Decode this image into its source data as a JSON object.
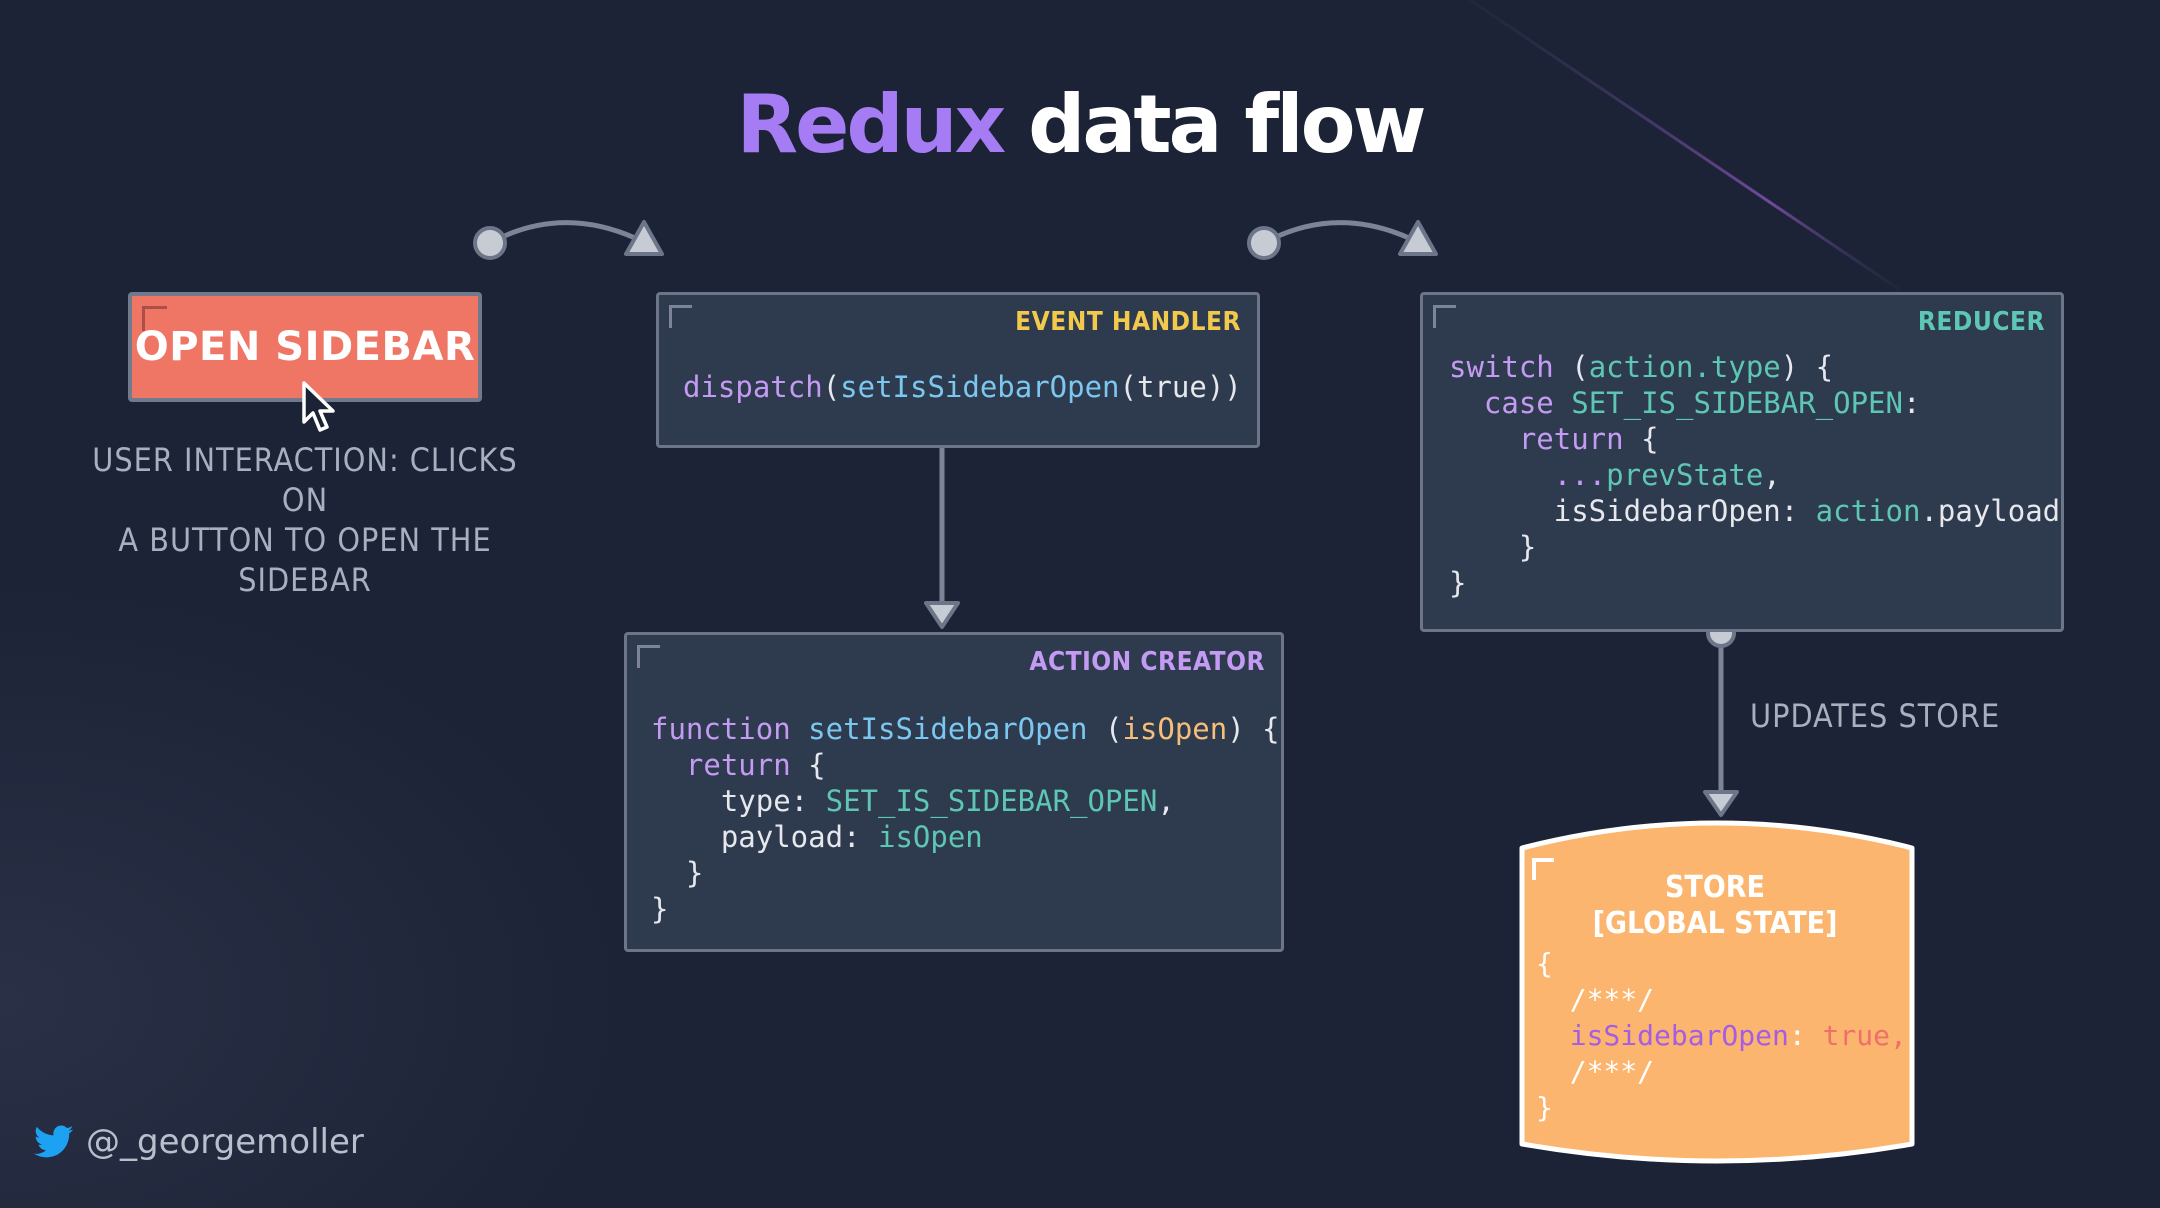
{
  "title": {
    "highlight": "Redux",
    "rest": "data flow"
  },
  "colors": {
    "background": "#1c2336",
    "accent_purple": "#a57cf4",
    "button_red": "#ef7565",
    "store_orange": "#fbb56e",
    "event_handler_label": "#f2c94c",
    "action_creator_label": "#c49bf2",
    "reducer_label": "#5ec7b4",
    "twitter_blue": "#1da1f2"
  },
  "button": {
    "label": "OPEN SIDEBAR"
  },
  "user_caption": [
    "USER INTERACTION: CLICKS ON",
    "A BUTTON TO OPEN THE",
    "SIDEBAR"
  ],
  "event_handler": {
    "label": "EVENT HANDLER",
    "code": {
      "a": "dispatch",
      "b": "(",
      "c": "setIsSidebarOpen",
      "d": "(true))"
    }
  },
  "action_creator": {
    "label": "ACTION CREATOR",
    "code": {
      "l1_kw": "function",
      "l1_fn": "setIsSidebarOpen",
      "l1_p1": " (",
      "l1_param": "isOpen",
      "l1_p2": ") {",
      "l2_kw": "return",
      "l2_rest": " {",
      "l3_key": "type: ",
      "l3_val": "SET_IS_SIDEBAR_OPEN",
      "l3_end": ",",
      "l4_key": "payload: ",
      "l4_val": "isOpen",
      "l5": "}",
      "l6": "}"
    }
  },
  "reducer": {
    "label": "REDUCER",
    "code": {
      "l1_kw": "switch",
      "l1_p1": " (",
      "l1_var": "action.type",
      "l1_p2": ") {",
      "l2_kw": "case",
      "l2_sp": " ",
      "l2_const": "SET_IS_SIDEBAR_OPEN",
      "l2_end": ":",
      "l3_kw": "return",
      "l3_rest": " {",
      "l4_spread": "...",
      "l4_var": "prevState",
      "l4_end": ",",
      "l5_key": "isSidebarOpen: ",
      "l5_var": "action",
      "l5_end": ".payload",
      "l6": "}",
      "l7": "}"
    }
  },
  "updates_caption": "UPDATES STORE",
  "store": {
    "title_line1": "STORE",
    "title_line2": "[GLOBAL STATE]",
    "code": {
      "open": "{",
      "comment1": "/***/",
      "prop": "isSidebarOpen",
      "colon": ": ",
      "val": "true,",
      "comment2": "/***/",
      "close": "}"
    }
  },
  "twitter": {
    "icon": "twitter-bird-icon",
    "handle": "@_georgemoller"
  }
}
